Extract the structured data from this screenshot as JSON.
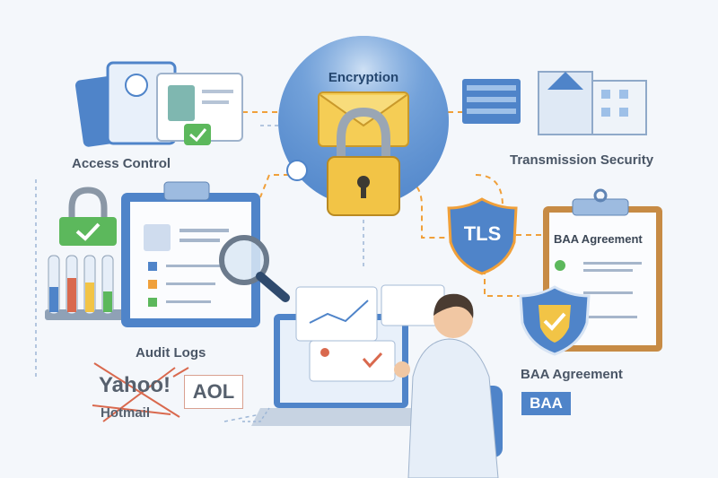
{
  "center": {
    "title": "Encryption"
  },
  "labels": {
    "access_control": "Access Control",
    "transmission_security": "Transmission Security",
    "audit_logs": "Audit Logs",
    "baa_agreement_doc": "BAA Agreement",
    "baa_agreement": "BAA Agreement"
  },
  "tls_shield": {
    "text": "TLS"
  },
  "baa_badge": {
    "text": "BAA"
  },
  "email_providers": {
    "yahoo": "Yahoo!",
    "hotmail": "Hotmail",
    "aol": "AOL"
  },
  "colors": {
    "blue": "#4f84c9",
    "gold": "#f2c446",
    "orange": "#f0a03a",
    "green": "#5cb85c",
    "red": "#d9694e",
    "background": "#f4f7fb"
  }
}
